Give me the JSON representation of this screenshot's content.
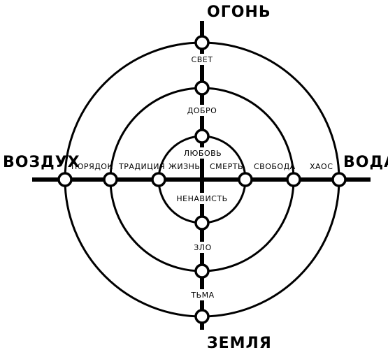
{
  "diagram": {
    "vertical_axis": {
      "top": "ОГОНЬ",
      "bottom": "ЗЕМЛЯ",
      "labels_top_to_bottom": [
        "СВЕТ",
        "ДОБРО",
        "ЛЮБОВЬ",
        "НЕНАВИСТЬ",
        "ЗЛО",
        "ТЬМА"
      ]
    },
    "horizontal_axis": {
      "left": "ВОЗДУХ",
      "right": "ВОДА",
      "labels_left_to_right": [
        "ПОРЯДОК",
        "ТРАДИЦИЯ",
        "ЖИЗНЬ",
        "СМЕРТЬ",
        "СВОБОДА",
        "ХАОС"
      ]
    },
    "colors": {
      "stroke": "#000000",
      "background": "#ffffff"
    }
  }
}
